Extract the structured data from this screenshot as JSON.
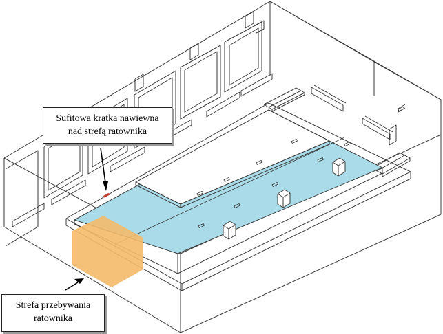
{
  "colors": {
    "pool_water": "#a9dbe8",
    "rescuer_zone": "#f4ba6a",
    "ceiling_grille": "#c0392b",
    "line": "#3a3a3a"
  },
  "labels": {
    "ceiling_grille": {
      "line1": "Sufitowa kratka nawiewna",
      "line2": "nad strefą ratownika"
    },
    "rescuer_zone": {
      "line1": "Strefa przebywania",
      "line2": "ratownika"
    }
  }
}
